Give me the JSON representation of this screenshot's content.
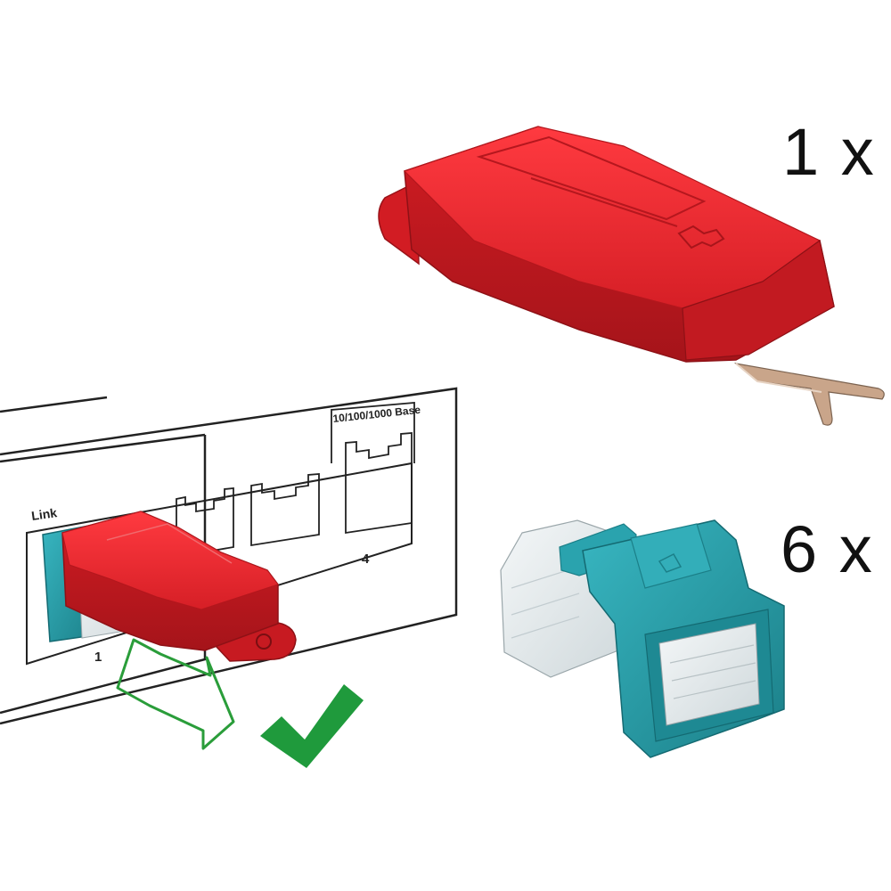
{
  "labels": {
    "qty_key": "1 x",
    "qty_plug": "6 x",
    "switch_link": "Link",
    "switch_speed": "10/100/1000 Base",
    "port_1": "1",
    "port_4": "4"
  },
  "colors": {
    "key_red": "#d61f26",
    "key_red_dark": "#a5141a",
    "plug_teal": "#2aa3ae",
    "plug_teal_dark": "#1b7f88",
    "check_green": "#1f9a3c",
    "arrow_green": "#2a9d3a",
    "metal": "#c9a58a"
  },
  "icons": [
    "checkmark-icon",
    "arrow-right-icon"
  ]
}
